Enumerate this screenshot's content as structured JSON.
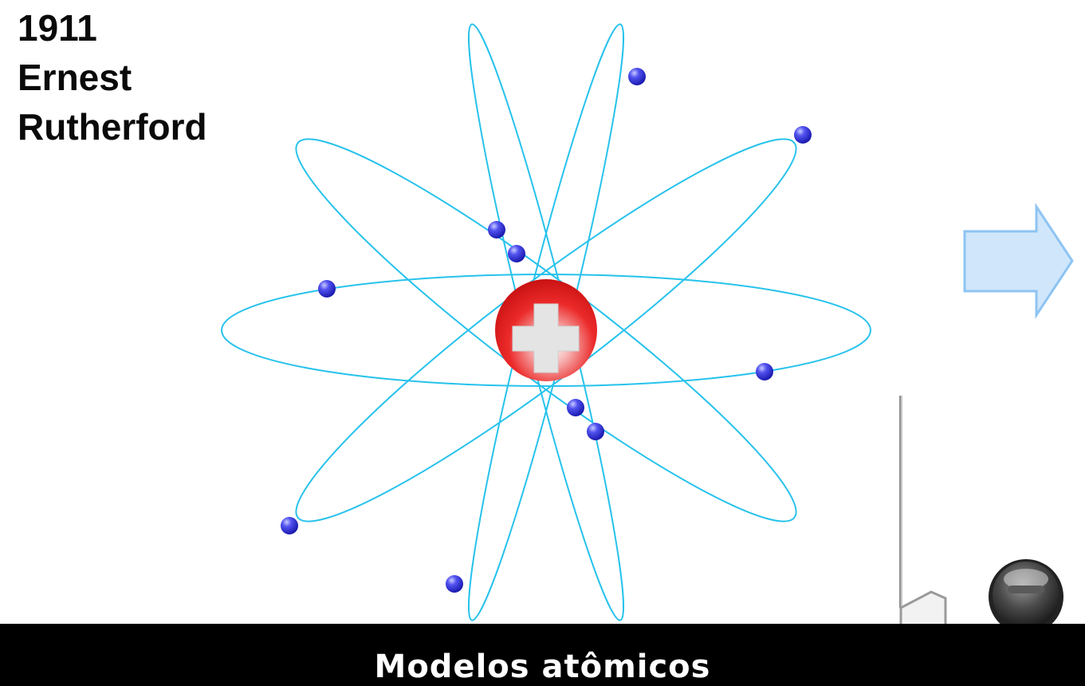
{
  "heading": {
    "year": "1911",
    "first_name": "Ernest",
    "last_name": "Rutherford"
  },
  "footer": {
    "title": "Modelos atômicos"
  },
  "colors": {
    "orbit": "#27c2ec",
    "nucleus": "#e8191e",
    "electron": "#2d2de0",
    "footer_background": "#000000",
    "arrow_fill": "#cfe6fb",
    "arrow_stroke": "#8ec4f2"
  },
  "icons": {
    "nucleus_symbol": "plus-sign-icon",
    "next": "right-arrow-icon",
    "button": "round-dark-button-icon"
  }
}
